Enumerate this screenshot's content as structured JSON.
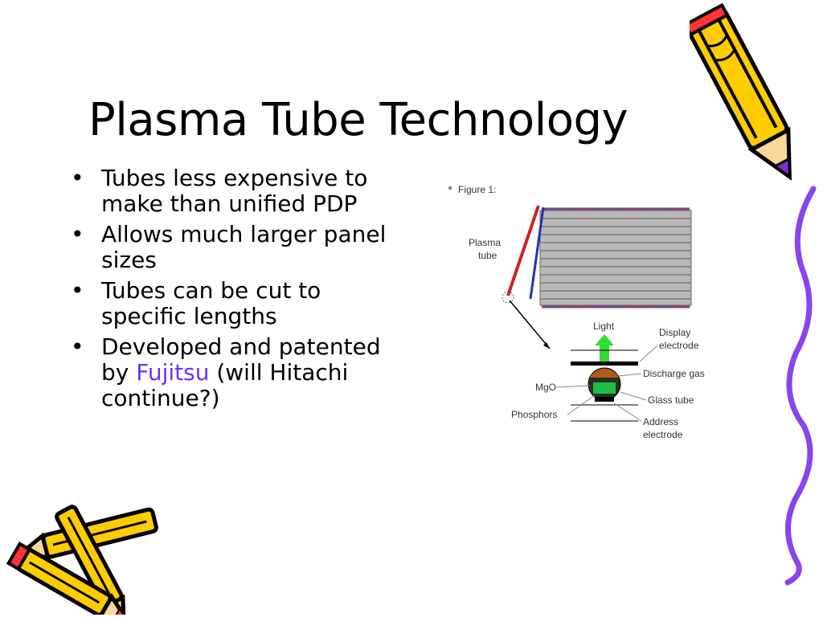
{
  "slide": {
    "title": "Plasma Tube Technology",
    "bullets": [
      {
        "text": "Tubes less expensive to make than unified PDP"
      },
      {
        "text": "Allows much larger panel sizes"
      },
      {
        "text": "Tubes can be cut to specific lengths"
      },
      {
        "text_before": "Developed and patented by ",
        "link": "Fujitsu",
        "text_after": " (will Hitachi continue?)"
      }
    ]
  },
  "figure": {
    "caption": "Figure 1:",
    "labels": {
      "plasma_tube_line1": "Plasma",
      "plasma_tube_line2": "tube",
      "light": "Light",
      "display_electrode_line1": "Display",
      "display_electrode_line2": "electrode",
      "discharge_gas": "Discharge gas",
      "mgo": "MgO",
      "glass_tube": "Glass tube",
      "phosphors": "Phosphors",
      "address_electrode_line1": "Address",
      "address_electrode_line2": "electrode"
    }
  },
  "colors": {
    "link": "#6633ff",
    "pencil_yellow": "#ffcc00",
    "pencil_outline": "#000000",
    "squiggle": "#8844ee",
    "pencil_tip_red": "#ff3333",
    "pencil_tip_green": "#22aa22",
    "light_green": "#22ee22"
  },
  "decorations": {
    "top_right_icon": "pencil-icon",
    "bottom_left_icon": "crossed-pencils-icon",
    "right_edge_icon": "purple-squiggle-icon"
  }
}
